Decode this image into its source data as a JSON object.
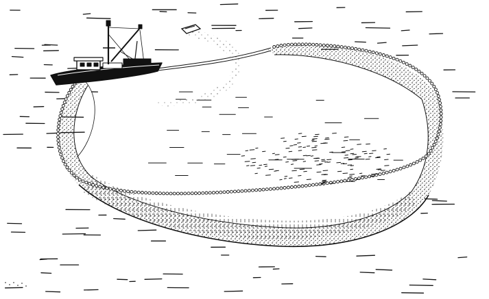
{
  "illustration": {
    "subject": "purse-seine-fishing-scene",
    "ink_color": "#111111",
    "paper_color": "#ffffff",
    "elements": [
      "seiner-vessel",
      "skiff-boat",
      "purse-seine-net",
      "float-line",
      "water-surface",
      "fish-school"
    ]
  }
}
